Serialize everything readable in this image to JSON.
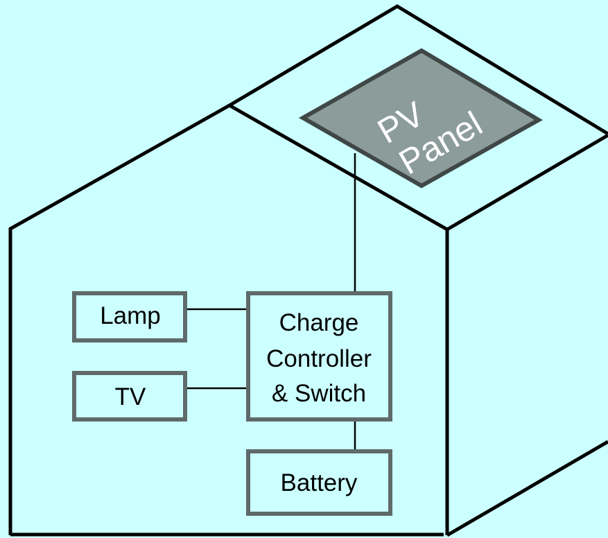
{
  "diagram": {
    "pv_panel": {
      "label_line1": "PV",
      "label_line2": "Panel"
    },
    "lamp": {
      "label": "Lamp"
    },
    "tv": {
      "label": "TV"
    },
    "controller": {
      "label_line1": "Charge",
      "label_line2": "Controller",
      "label_line3": "& Switch"
    },
    "battery": {
      "label": "Battery"
    }
  },
  "colors": {
    "background": "#ccffff",
    "box_border": "#5f6a6a",
    "panel_fill": "#8c9c9a",
    "panel_border": "#3f4747",
    "panel_text": "#ffffff"
  }
}
